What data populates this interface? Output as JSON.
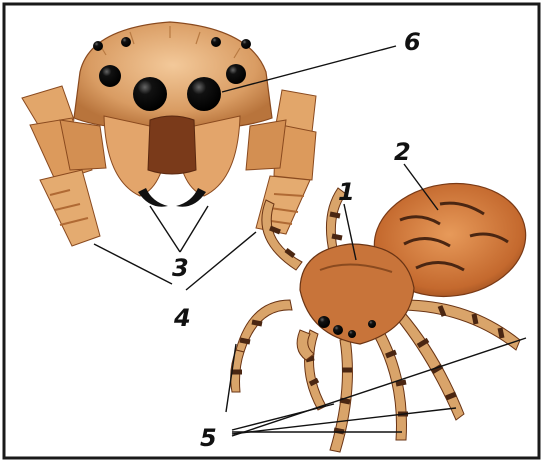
{
  "figure": {
    "labels": [
      "1",
      "2",
      "3",
      "4",
      "5",
      "6"
    ]
  },
  "colors": {
    "frame": "#1a1a1a",
    "body_light": "#e9b57c",
    "body_mid": "#c98448",
    "body_dark": "#8a4a1f",
    "stripe": "#4a2612",
    "eye": "#111111",
    "abdomen": "#d67f3f"
  }
}
